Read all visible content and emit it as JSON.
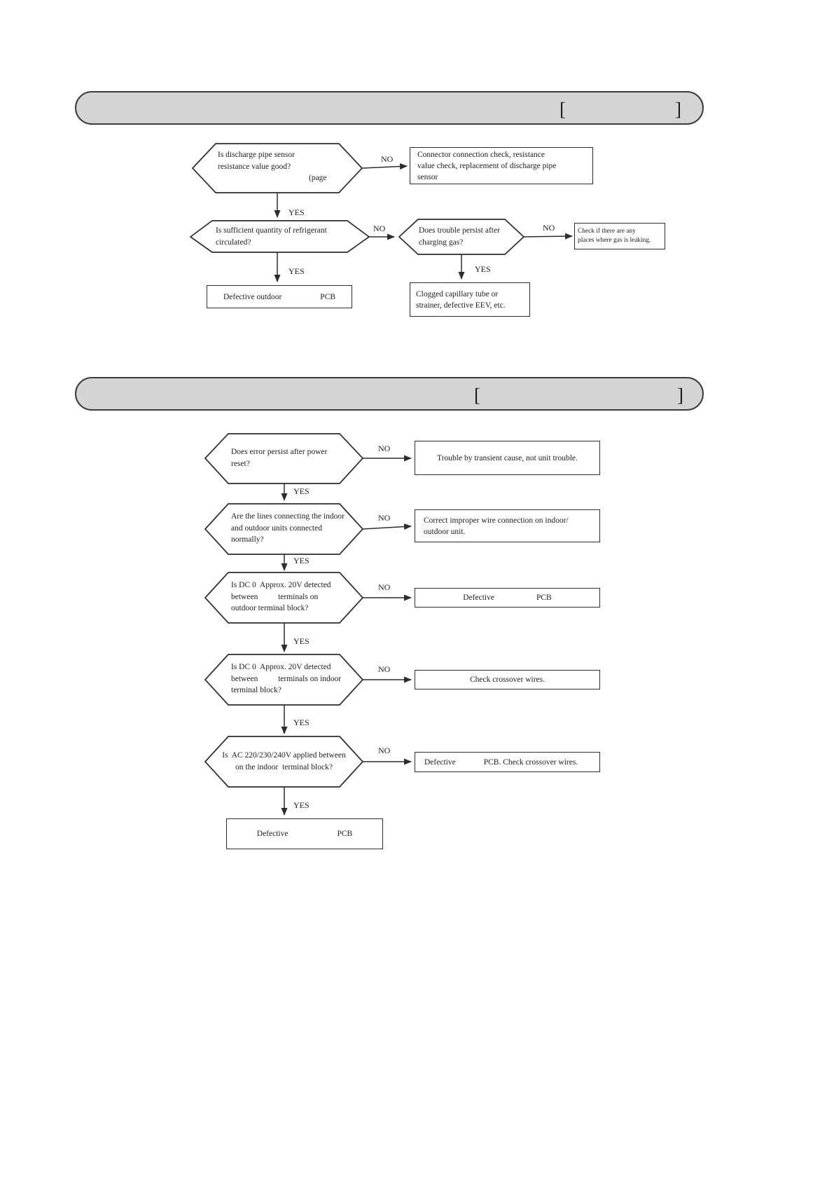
{
  "labels": {
    "yes": "YES",
    "no": "NO"
  },
  "colors": {
    "header_bg": "#d4d4d4",
    "line": "#2d2d2d",
    "text": "#1d1d1d",
    "page_bg": "#ffffff"
  },
  "header1": {
    "open": "[",
    "close": "]"
  },
  "header2": {
    "open": "[",
    "close": "]"
  },
  "s1": {
    "hexA": {
      "l1": "Is discharge pipe sensor",
      "l2": "resistance value good?",
      "l3": "(page"
    },
    "boxB": {
      "l1": "Connector connection check, resistance",
      "l2": "value check, replacement of discharge pipe",
      "l3": "sensor"
    },
    "hexC": {
      "l1": "Is sufficient quantity of refrigerant",
      "l2": "circulated?"
    },
    "hexD": {
      "l1": "Does trouble persist after",
      "l2": "charging gas?"
    },
    "boxE": {
      "l1": "Check if there are any",
      "l2": "places where gas is leaking."
    },
    "boxF": {
      "p1": "Defective outdoor",
      "p2": "PCB"
    },
    "boxG": {
      "l1": "Clogged capillary tube or",
      "l2": "strainer, defective EEV, etc."
    }
  },
  "s2": {
    "hexH": {
      "l1": "Does error persist after power",
      "l2": "reset?"
    },
    "boxI": {
      "l1": "Trouble by transient cause, not unit trouble."
    },
    "hexJ": {
      "l1": "Are the lines connecting the indoor",
      "l2": "and outdoor units connected",
      "l3": "normally?"
    },
    "boxK": {
      "l1": "Correct improper wire connection on indoor/",
      "l2": "outdoor unit."
    },
    "hexDC1": {
      "l1": "Is DC 0  Approx. 20V detected",
      "l2": "between          terminals on",
      "l3": "outdoor terminal block?"
    },
    "boxL": {
      "p1": "Defective",
      "p2": "PCB"
    },
    "hexDC2": {
      "l1": "Is DC 0  Approx. 20V detected",
      "l2": "between          terminals on indoor",
      "l3": "terminal block?"
    },
    "boxN": {
      "l1": "Check crossover wires."
    },
    "hexAC": {
      "l1": "Is  AC 220/230/240V applied between",
      "l2": "on the indoor  terminal block?"
    },
    "boxP": {
      "p1": "Defective",
      "p2": "PCB. Check crossover wires."
    },
    "boxQ": {
      "p1": "Defective",
      "p2": "PCB"
    }
  }
}
